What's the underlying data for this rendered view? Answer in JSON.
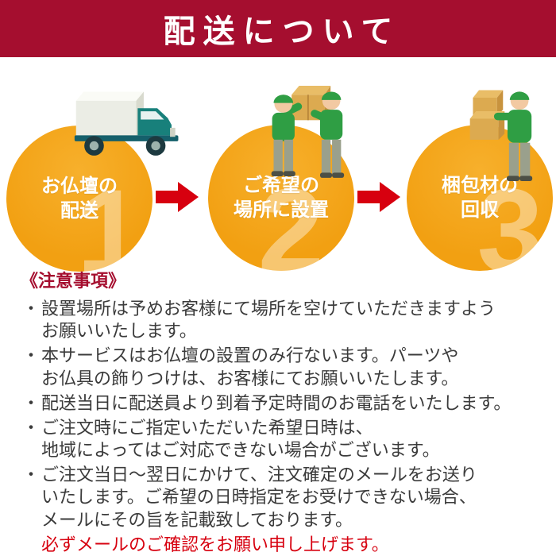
{
  "header": {
    "title": "配送について"
  },
  "steps": {
    "items": [
      {
        "number": "1",
        "label": "お仏壇の\n配送",
        "icon": "delivery-truck-icon"
      },
      {
        "number": "2",
        "label": "ご希望の\n場所に設置",
        "icon": "two-delivery-workers-icon"
      },
      {
        "number": "3",
        "label": "梱包材の\n回収",
        "icon": "worker-carrying-boxes-icon"
      }
    ],
    "arrow_icon": "arrow-right-icon"
  },
  "notes": {
    "heading": "《注意事項》",
    "bullet": "・",
    "items": [
      "設置場所は予めお客様にて場所を空けていただきますよう\nお願いいたします。",
      "本サービスはお仏壇の設置のみ行ないます。パーツや\nお仏具の飾りつけは、お客様にてお願いいたします。",
      "配送当日に配送員より到着予定時間のお電話をいたします。",
      "ご注文時にご指定いただいた希望日時は、\n地域によってはご対応できない場合がございます。",
      "ご注文当日〜翌日にかけて、注文確定のメールをお送り\nいたします。ご希望の日時指定をお受けできない場合、\nメールにその旨を記載致しております。"
    ],
    "footer": "必ずメールのご確認をお願い申し上げます。"
  },
  "colors": {
    "header_bg": "#a50e2f",
    "circle": "#f2a012",
    "arrow": "#d7000f"
  }
}
